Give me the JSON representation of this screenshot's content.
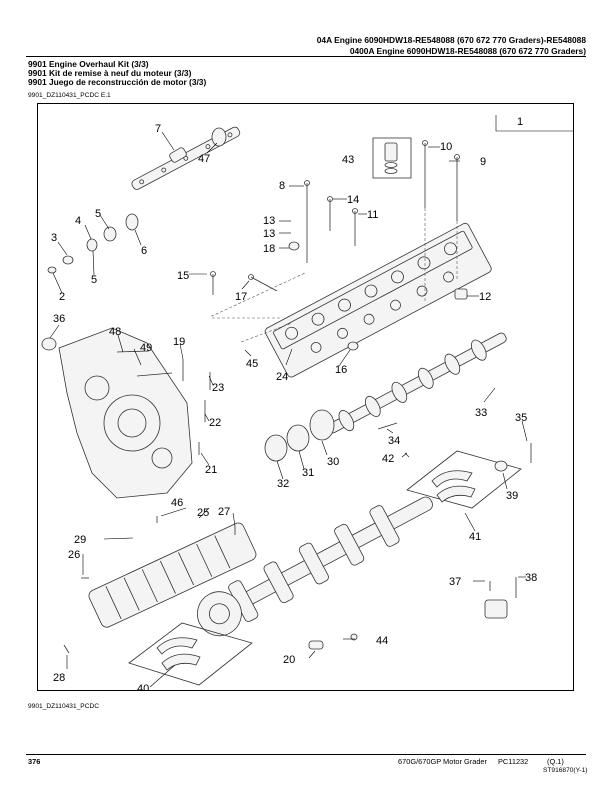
{
  "header": {
    "line1": "04A Engine 6090HDW18-RE548088 (670 672 770 Graders)-RE548088",
    "line2": "0400A Engine 6090HDW18-RE548088 (670 672 770 Graders)"
  },
  "section": {
    "title_en": "9901 Engine Overhaul Kit (3/3)",
    "title_fr": "9901 Kit de remise à neuf du moteur (3/3)",
    "title_es": "9901 Juego de reconstrucción de motor (3/3)",
    "figure_id_top": "9901_DZ110431_PCDC E.1",
    "figure_id_bottom": "9901_DZ110431_PCDC"
  },
  "callouts": [
    "1",
    "2",
    "3",
    "4",
    "5",
    "5",
    "6",
    "7",
    "8",
    "9",
    "10",
    "11",
    "12",
    "13",
    "13",
    "14",
    "15",
    "16",
    "17",
    "18",
    "19",
    "20",
    "21",
    "22",
    "23",
    "24",
    "25",
    "26",
    "27",
    "28",
    "29",
    "30",
    "31",
    "32",
    "33",
    "34",
    "35",
    "36",
    "37",
    "38",
    "39",
    "40",
    "41",
    "42",
    "43",
    "44",
    "45",
    "46",
    "47",
    "48",
    "49"
  ],
  "footer": {
    "page_number": "376",
    "machine": "670G/670GP Motor Grader",
    "catalog": "PC11232",
    "revision": "(Q.1)",
    "code": "ST916870(Y-1)"
  }
}
